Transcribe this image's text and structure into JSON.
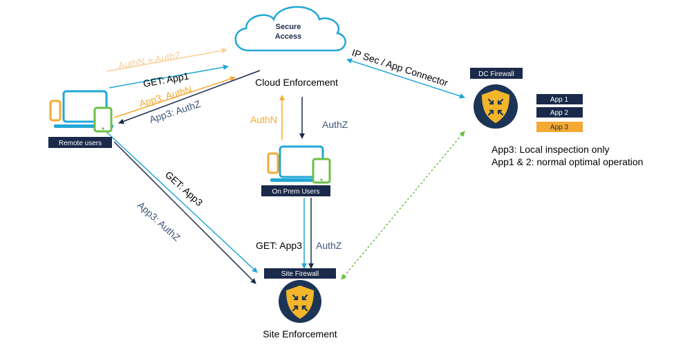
{
  "cloud": {
    "line1": "Secure",
    "line2": "Access"
  },
  "nodes": {
    "remote_users": "Remote users",
    "on_prem_users": "On Prem Users",
    "dc_firewall": "DC Firewall",
    "site_firewall": "Site Firewall",
    "cloud_enforcement": "Cloud Enforcement",
    "site_enforcement": "Site Enforcement"
  },
  "apps": [
    "App 1",
    "App 2",
    "App 3"
  ],
  "notes": [
    "App3: Local inspection only",
    "App1 & 2: normal optimal operation"
  ],
  "flows": {
    "authn_authz": "AuthN + AuthZ",
    "get_app1": "GET: App1",
    "app3_authn": "App3: AuthN",
    "app3_authz": "App3: AuthZ",
    "ipsec": "IP Sec / App Connector",
    "authn_mid": "AuthN",
    "authz_mid": "AuthZ",
    "get_app3_diag": "GET: App3",
    "app3_authz_diag": "App3: AuthZ",
    "get_app3_bottom": "GET: App3",
    "authz_bottom": "AuthZ"
  },
  "colors": {
    "navy": "#1b2a4a",
    "cyan": "#22a7d6",
    "orange": "#f3a933",
    "light_orange": "#f7cf95",
    "slate": "#40567a",
    "green": "#6bbf45",
    "shield": "#f3b52a",
    "firewall_bg": "#1c3557"
  }
}
